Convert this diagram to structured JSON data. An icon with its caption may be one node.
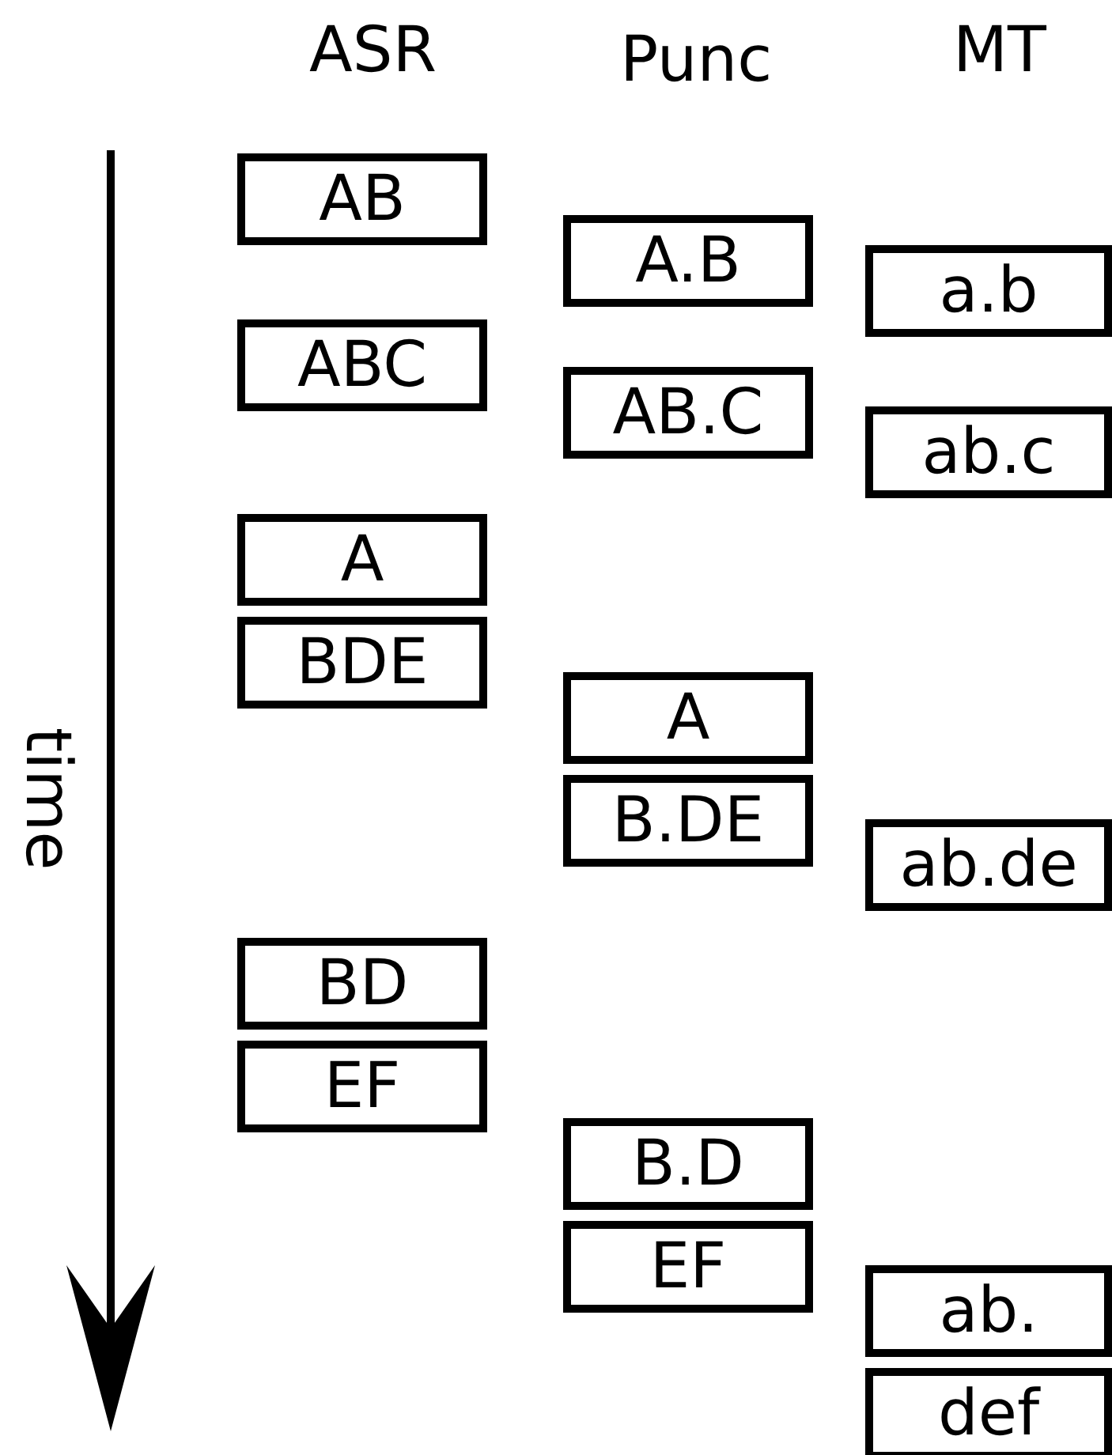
{
  "diagram": {
    "nodes": [
      {
        "text": [
          "AB"
        ]
      },
      {
        "text": [
          "ABC"
        ]
      },
      {
        "text": [
          "A"
        ]
      },
      {
        "text": [
          "BDE"
        ]
      },
      {
        "text": [
          "BD"
        ]
      },
      {
        "text": [
          "EF"
        ]
      },
      {
        "text": [
          "A.B"
        ]
      },
      {
        "text": [
          "AB.C"
        ]
      },
      {
        "text": [
          "A"
        ]
      },
      {
        "text": [
          "B.DE"
        ]
      },
      {
        "text": [
          "B.D"
        ]
      },
      {
        "text": [
          "EF"
        ]
      },
      {
        "text": [
          "a.b"
        ]
      },
      {
        "text": [
          "ab.c"
        ]
      },
      {
        "text": [
          "ab.de"
        ]
      },
      {
        "text": [
          "ab."
        ]
      },
      {
        "text": [
          "def"
        ]
      }
    ],
    "edges": [],
    "labels": [
      "ASR",
      "Punc",
      "MT",
      "time"
    ]
  }
}
